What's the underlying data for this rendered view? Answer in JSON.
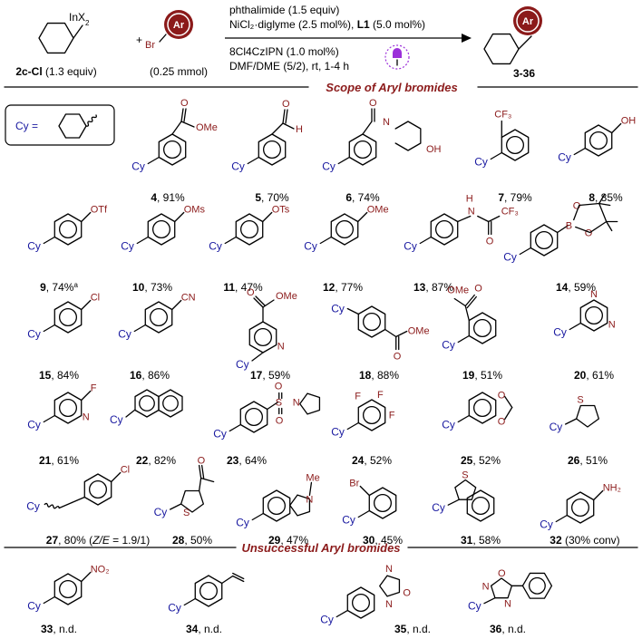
{
  "reaction": {
    "reagent1_label": "InX",
    "reagent1_sub": "2",
    "reagent1_caption_bold": "2c-Cl",
    "reagent1_caption": " (1.3 equiv)",
    "plus": "+",
    "reagent2_br": "Br",
    "ar_badge": "Ar",
    "reagent2_caption": "(0.25 mmol)",
    "conditions_top": [
      {
        "text": "phthalimide (1.5 equiv)"
      },
      {
        "text": "NiCl₂·diglyme (2.5 mol%), ",
        "bold": "L1",
        "tail": " (5.0 mol%)"
      }
    ],
    "conditions_bottom": [
      {
        "text": "8Cl4CzIPN (1.0 mol%)"
      },
      {
        "text": "DMF/DME (5/2), rt, 1-4 h"
      }
    ],
    "product_label": "3-36",
    "product_ar": "Ar"
  },
  "headers": {
    "scope": "Scope of Aryl bromides",
    "unsuccessful": "Unsuccessful Aryl bromides"
  },
  "cy_box": {
    "label": "Cy ="
  },
  "cy": "Cy",
  "compounds": [
    {
      "id": "4",
      "yield": ", 91%",
      "labels": [
        "O",
        "OMe"
      ]
    },
    {
      "id": "5",
      "yield": ", 70%",
      "labels": [
        "O",
        "H"
      ]
    },
    {
      "id": "6",
      "yield": ", 74%",
      "labels": [
        "O",
        "N",
        "OH"
      ]
    },
    {
      "id": "7",
      "yield": ", 79%",
      "labels": [
        "CF₃"
      ]
    },
    {
      "id": "8",
      "yield": ", 85%",
      "labels": [
        "OH"
      ]
    },
    {
      "id": "9",
      "yield": ", 74%",
      "sup": "a",
      "labels": [
        "OTf"
      ]
    },
    {
      "id": "10",
      "yield": ", 73%",
      "labels": [
        "OMs"
      ]
    },
    {
      "id": "11",
      "yield": ", 47%",
      "labels": [
        "OTs"
      ]
    },
    {
      "id": "12",
      "yield": ", 77%",
      "labels": [
        "OMe"
      ]
    },
    {
      "id": "13",
      "yield": ", 87%",
      "labels": [
        "H",
        "N",
        "CF₃",
        "O"
      ]
    },
    {
      "id": "14",
      "yield": ", 59%",
      "labels": [
        "O",
        "B",
        "O"
      ]
    },
    {
      "id": "15",
      "yield": ", 84%",
      "labels": [
        "Cl"
      ]
    },
    {
      "id": "16",
      "yield": ", 86%",
      "labels": [
        "CN"
      ]
    },
    {
      "id": "17",
      "yield": ", 59%",
      "labels": [
        "O",
        "OMe",
        "N"
      ]
    },
    {
      "id": "18",
      "yield": ", 88%",
      "labels": [
        "O",
        "OMe"
      ]
    },
    {
      "id": "19",
      "yield": ", 51%",
      "labels": [
        "OMe",
        "O"
      ]
    },
    {
      "id": "20",
      "yield": ", 61%",
      "labels": [
        "N",
        "N"
      ]
    },
    {
      "id": "21",
      "yield": ", 61%",
      "labels": [
        "F",
        "N"
      ]
    },
    {
      "id": "22",
      "yield": ", 82%",
      "labels": []
    },
    {
      "id": "23",
      "yield": ", 64%",
      "labels": [
        "O",
        "S",
        "O",
        "N"
      ]
    },
    {
      "id": "24",
      "yield": ", 52%",
      "labels": [
        "F",
        "F",
        "F"
      ]
    },
    {
      "id": "25",
      "yield": ", 52%",
      "labels": [
        "O",
        "O"
      ]
    },
    {
      "id": "26",
      "yield": ", 51%",
      "labels": [
        "S"
      ]
    },
    {
      "id": "27",
      "yield": ", 80% (",
      "yield_it": "Z/E",
      "yield_tail": " = 1.9/1)",
      "labels": [
        "Cl"
      ]
    },
    {
      "id": "28",
      "yield": ", 50%",
      "labels": [
        "O",
        "S"
      ]
    },
    {
      "id": "29",
      "yield": ", 47%",
      "labels": [
        "Me",
        "N"
      ]
    },
    {
      "id": "30",
      "yield": ", 45%",
      "labels": [
        "Br"
      ]
    },
    {
      "id": "31",
      "yield": ", 58%",
      "labels": [
        "S"
      ]
    },
    {
      "id": "32",
      "yield": "  (30% conv)",
      "labels": [
        "NH₂"
      ]
    },
    {
      "id": "33",
      "yield": ", n.d.",
      "labels": [
        "NO₂"
      ]
    },
    {
      "id": "34",
      "yield": ", n.d.",
      "labels": []
    },
    {
      "id": "35",
      "yield": ", n.d.",
      "labels": [
        "N",
        "N",
        "O"
      ]
    },
    {
      "id": "36",
      "yield": ", n.d.",
      "labels": [
        "O",
        "N",
        "N"
      ]
    }
  ],
  "colors": {
    "accent": "#8b1a1a",
    "cy": "#1a1aa0",
    "lamp": "#9b30d9",
    "text": "#000000"
  }
}
